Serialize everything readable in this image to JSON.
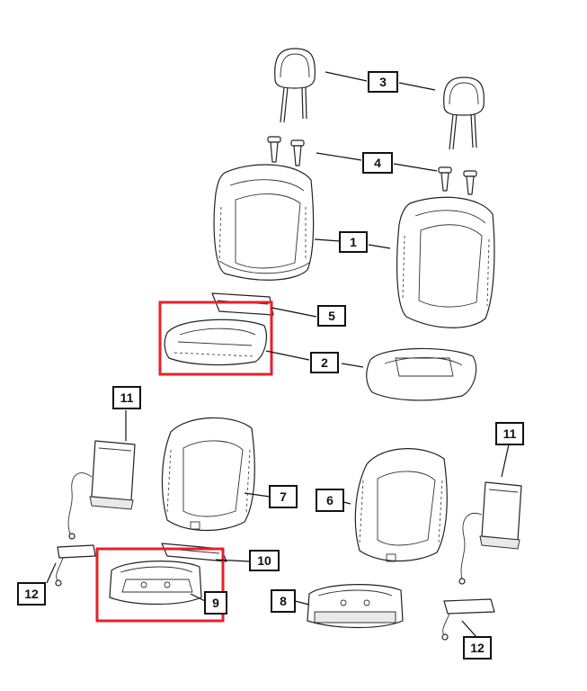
{
  "callouts": {
    "c1": "1",
    "c2": "2",
    "c3": "3",
    "c4": "4",
    "c5": "5",
    "c6": "6",
    "c7": "7",
    "c8": "8",
    "c9": "9",
    "c10": "10",
    "c11_left": "11",
    "c11_right": "11",
    "c12_left": "12",
    "c12_right": "12"
  },
  "colors": {
    "highlight": "#e8202a",
    "line": "#222222",
    "shade": "#e9e9e9"
  },
  "highlighted_parts": [
    "2",
    "9"
  ]
}
